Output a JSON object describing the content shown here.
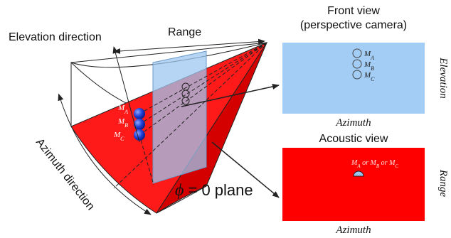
{
  "labels": {
    "range": "Range",
    "elevation_direction": "Elevation direction",
    "azimuth_direction": "Azimuth direction",
    "phi_symbol": "ϕ",
    "phi_eq": " = 0",
    "phi_plane": "plane",
    "front_view_line1": "Front view",
    "front_view_line2": "(perspective camera)",
    "acoustic_view": "Acoustic view",
    "azimuth_front": "Azimuth",
    "azimuth_acoustic": "Azimuth",
    "elevation_axis": "Elevation",
    "range_axis": "Range"
  },
  "points": {
    "ma_main": "M",
    "ma_sub": "A",
    "mb_main": "M",
    "mb_sub": "B",
    "mc_main": "M",
    "mc_sub": "C",
    "front_ma_main": "M",
    "front_ma_sub": "A",
    "front_mb_main": "M",
    "front_mb_sub": "B",
    "front_mc_main": "M",
    "front_mc_sub": "C",
    "acoustic_label": {
      "m1": "M",
      "s1": "A",
      "or1": " or ",
      "m2": "M",
      "s2": "B",
      "or2": " or ",
      "m3": "M",
      "s3": "C"
    }
  },
  "colors": {
    "fan_red": "#ff1a1a",
    "fan_red_dark": "#d40000",
    "front_panel": "#a3cdf5",
    "acoustic_panel": "#ff0000",
    "sphere_blue": "#1f3fd6",
    "plane_blue": "#9ec7f0"
  }
}
